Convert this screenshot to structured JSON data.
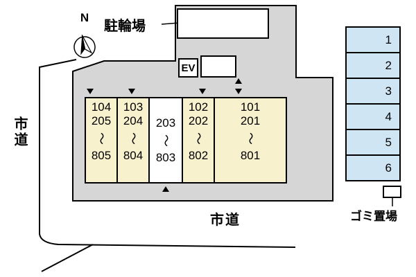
{
  "labels": {
    "north": "N",
    "bicycle_parking": "駐輪場",
    "elevator": "EV",
    "road_left": "市道",
    "road_bottom": "市道",
    "garbage": "ゴミ置場"
  },
  "building": {
    "columns": [
      {
        "lines": [
          "104",
          "205",
          "〜",
          "805"
        ]
      },
      {
        "lines": [
          "103",
          "204",
          "〜",
          "804"
        ]
      },
      {
        "lines": [
          "203",
          "〜",
          "803"
        ]
      },
      {
        "lines": [
          "102",
          "202",
          "〜",
          "802"
        ]
      },
      {
        "lines": [
          "101",
          "201",
          "〜",
          "801"
        ]
      }
    ]
  },
  "parking": {
    "spaces": [
      "1",
      "2",
      "3",
      "4",
      "5",
      "6"
    ]
  },
  "colors": {
    "site_fill": "#d6d6d6",
    "unit_fill": "#f8f1cd",
    "parking_fill": "#cfe5f3",
    "line": "#000000",
    "background": "#ffffff"
  }
}
